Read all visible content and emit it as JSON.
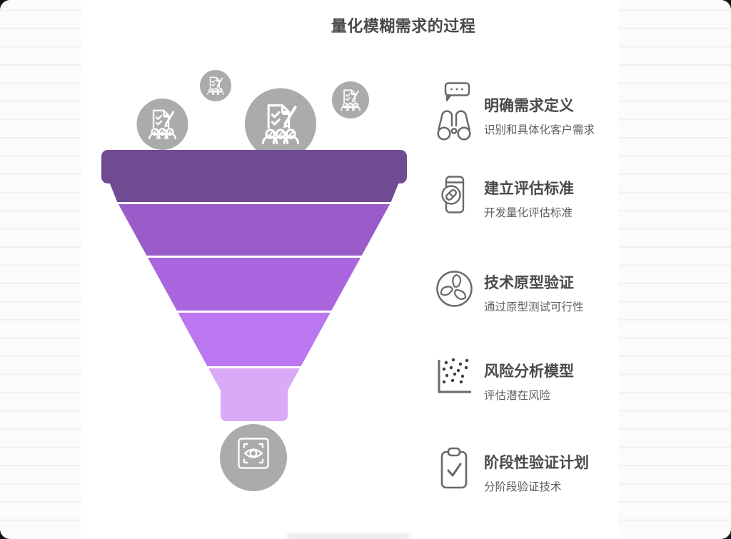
{
  "title": "量化模糊需求的过程",
  "funnel": {
    "type": "funnel",
    "stage_count": 5,
    "stage_colors": [
      "#6F4B92",
      "#9A5CC9",
      "#A966DE",
      "#BB77F0",
      "#D9ABF6"
    ],
    "circle_color": "#ABABAB",
    "top_icon": "survey-team-icon",
    "top_icon_count": 4,
    "bottom_icon": "eye-scan-icon"
  },
  "steps": [
    {
      "icon": "binoculars-chat-icon",
      "title": "明确需求定义",
      "subtitle": "识别和具体化客户需求"
    },
    {
      "icon": "phone-pill-icon",
      "title": "建立评估标准",
      "subtitle": "开发量化评估标准"
    },
    {
      "icon": "turbine-circle-icon",
      "title": "技术原型验证",
      "subtitle": "通过原型测试可行性"
    },
    {
      "icon": "scatter-plot-icon",
      "title": "风险分析模型",
      "subtitle": "评估潜在风险"
    },
    {
      "icon": "clipboard-check-icon",
      "title": "阶段性验证计划",
      "subtitle": "分阶段验证技术"
    }
  ],
  "colors": {
    "title_text": "#4A4A4A",
    "step_title_text": "#4A4A4A",
    "step_subtitle_text": "#5E5E5E",
    "background_line": "#F0F0F3",
    "card": "#FFFFFF"
  }
}
